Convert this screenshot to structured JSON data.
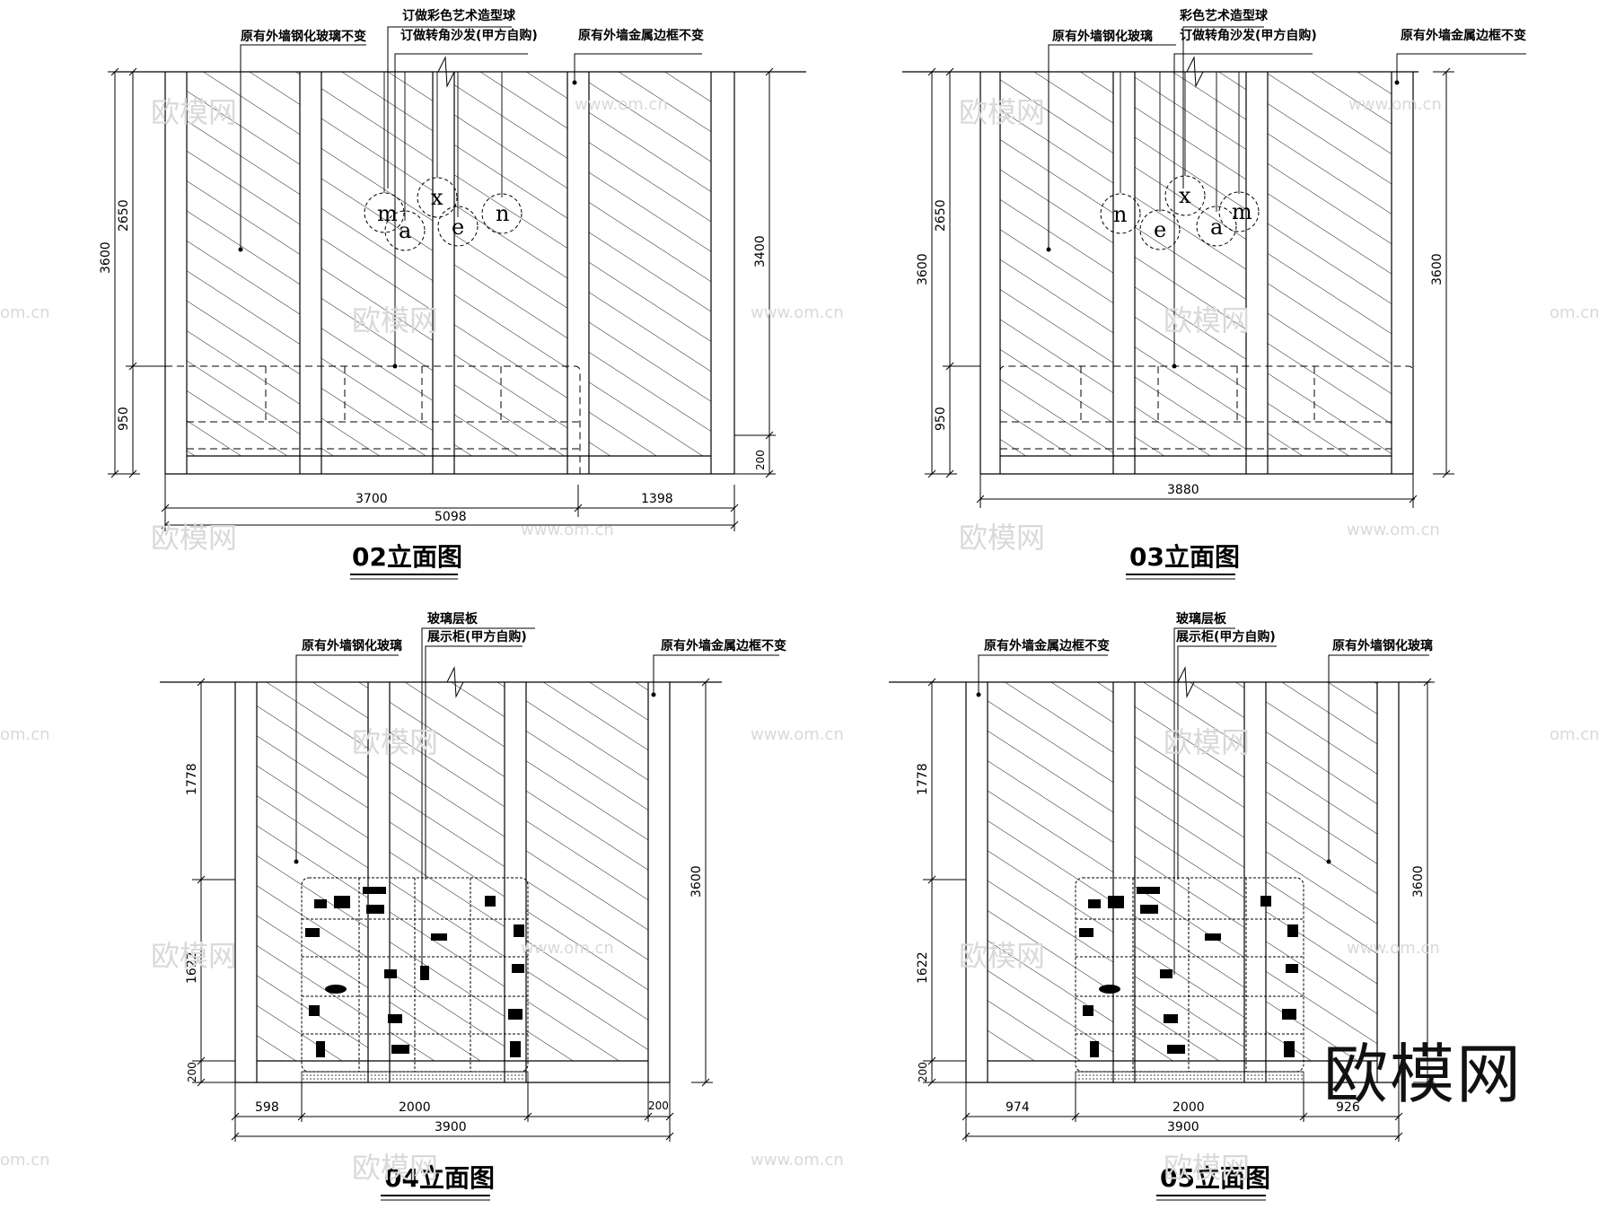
{
  "watermark": {
    "site_cn": "欧模网",
    "site_url": "www.om.cn",
    "url_short": "om.cn",
    "brand": "欧模网"
  },
  "elevations": [
    {
      "id": "e02",
      "title": "02立面图",
      "labels": [
        "原有外墙钢化玻璃不变",
        "订做彩色艺术造型球",
        "订做转角沙发(甲方自购)",
        "原有外墙金属边框不变"
      ],
      "dims_left": [
        "3600",
        "2650",
        "950"
      ],
      "dims_right": [
        "3400",
        "200"
      ],
      "dims_bottom": [
        "3700",
        "1398",
        "5098"
      ],
      "balls": [
        "m",
        "a",
        "x",
        "e",
        "n"
      ]
    },
    {
      "id": "e03",
      "title": "03立面图",
      "labels": [
        "原有外墙钢化玻璃",
        "彩色艺术造型球",
        "订做转角沙发(甲方自购)",
        "原有外墙金属边框不变"
      ],
      "dims_left": [
        "3600",
        "2650",
        "950"
      ],
      "dims_right": [
        "3600"
      ],
      "dims_bottom": [
        "3880"
      ],
      "balls": [
        "n",
        "e",
        "x",
        "a",
        "m"
      ]
    },
    {
      "id": "e04",
      "title": "04立面图",
      "labels": [
        "原有外墙钢化玻璃",
        "玻璃层板",
        "展示柜(甲方自购)",
        "原有外墙金属边框不变"
      ],
      "dims_left": [
        "1778",
        "1622",
        "200"
      ],
      "dims_right": [
        "3600"
      ],
      "dims_bottom": [
        "598",
        "2000",
        "200",
        "3900"
      ]
    },
    {
      "id": "e05",
      "title": "05立面图",
      "labels": [
        "原有外墙金属边框不变",
        "玻璃层板",
        "展示柜(甲方自购)",
        "原有外墙钢化玻璃"
      ],
      "dims_left": [
        "1778",
        "1622",
        "200"
      ],
      "dims_right": [
        "3600"
      ],
      "dims_bottom": [
        "974",
        "2000",
        "926",
        "3900"
      ]
    }
  ]
}
